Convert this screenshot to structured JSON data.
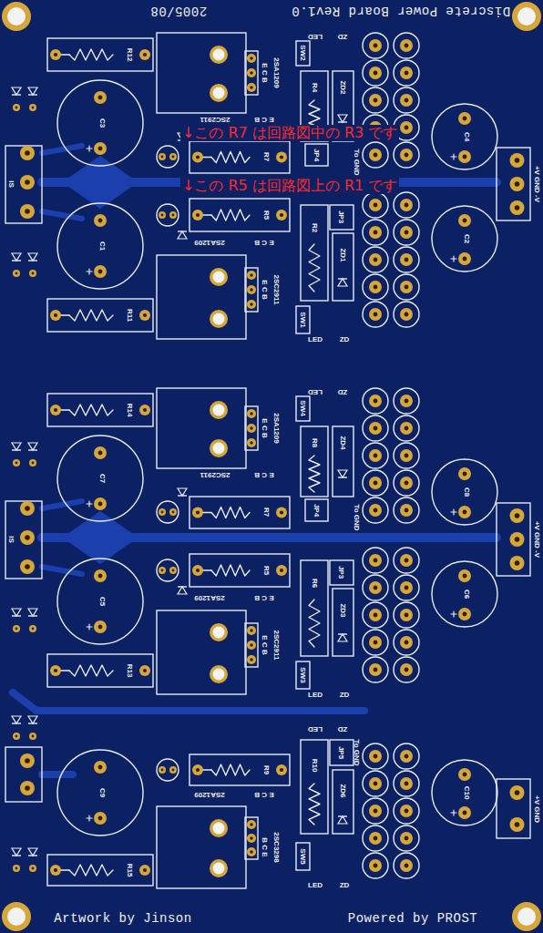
{
  "diagram": {
    "labels": [
      "Discrete Power Board Rev1.0",
      "2005/08",
      "↓この R7 は回路図中の R3 です",
      "↓この R5 は回路図上の R1 です",
      "Artwork by Jinson",
      "Powered by PROST",
      "R12",
      "C3",
      "C1",
      "R11",
      "IS",
      "E C B",
      "2SA1209",
      "2SC2911",
      "E C B",
      "R7",
      "R5",
      "2SA1209",
      "E C B",
      "E C B",
      "2SC2911",
      "SW2",
      "R4",
      "ZD2",
      "LED",
      "ZD",
      "JP4",
      "To GND",
      "R2",
      "JP3",
      "ZD1",
      "SW1",
      "LED",
      "ZD",
      "C4",
      "C2",
      "+V GND -V",
      "R14",
      "C7",
      "C5",
      "R13",
      "IS",
      "E C B",
      "2SA1209",
      "2SC2911",
      "E C B",
      "R7",
      "R5",
      "2SA1209",
      "E C B",
      "E C B",
      "2SC2911",
      "SW4",
      "R8",
      "ZD4",
      "LED",
      "ZD",
      "JP4",
      "To GND",
      "R6",
      "JP3",
      "ZD3",
      "SW3",
      "LED",
      "ZD",
      "C8",
      "C6",
      "+V GND -V",
      "R9",
      "2SA1209",
      "E C B",
      "LED",
      "ZD",
      "R10",
      "JP5",
      "To GND",
      "ZD6",
      "SW5",
      "LED",
      "ZD",
      "C9",
      "R15",
      "B C E",
      "2SC3298",
      "C10",
      "+V GND"
    ]
  }
}
